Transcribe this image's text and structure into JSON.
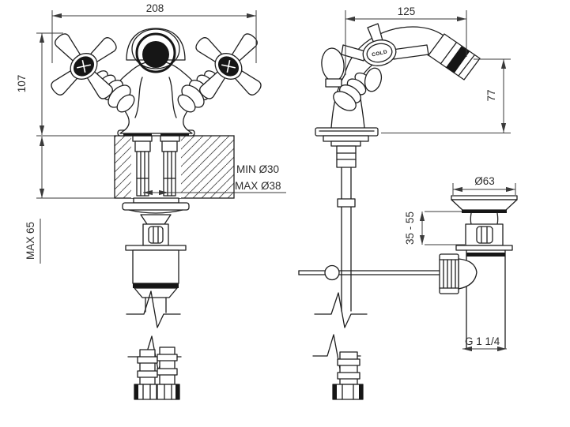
{
  "front_view": {
    "dim_width": "208",
    "dim_height": "107",
    "dim_mount_thickness": "MAX 65",
    "dim_hole_min": "MIN Ø30",
    "dim_hole_max": "MAX Ø38"
  },
  "side_view": {
    "dim_depth": "125",
    "dim_spout_height": "77",
    "dim_waste_flange_diameter": "Ø63",
    "dim_adjust_range": "35 - 55",
    "dim_thread": "G 1 1/4",
    "handle_label": "COLD"
  },
  "colors": {
    "line": "#1e1e1e",
    "dim_line": "#3a3a3a",
    "dark_fill": "#161616",
    "background": "#ffffff"
  }
}
